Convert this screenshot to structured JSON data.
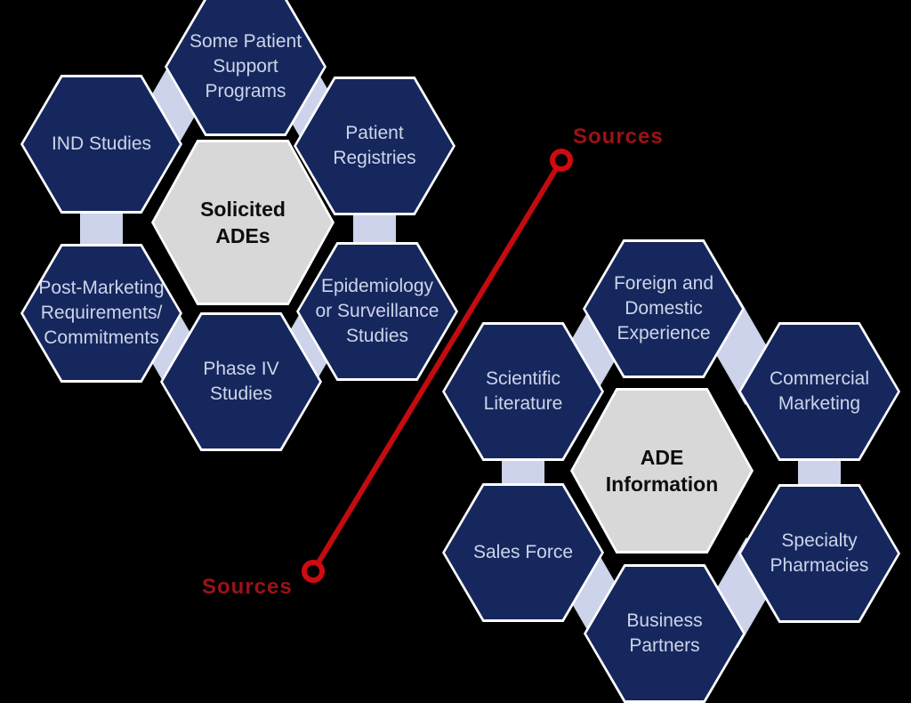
{
  "colors": {
    "background": "#000000",
    "hexagon_fill": "#16275e",
    "hexagon_border": "#ffffff",
    "hexagon_text": "#ccd5e8",
    "center_hexagon_fill": "#d8d8d8",
    "center_hexagon_text": "#0d0d0d",
    "connector_fill": "#ccd3eb",
    "red_line": "#c30b10",
    "sources_text": "#9c1215"
  },
  "clusters": [
    {
      "name": "solicited-ades-cluster",
      "center_label": "Solicited ADEs",
      "items": [
        {
          "label": "IND Studies"
        },
        {
          "label": "Some Patient Support Programs"
        },
        {
          "label": "Patient Registries"
        },
        {
          "label": "Post-Marketing Requirements/Commitments"
        },
        {
          "label": "Epidemiology or Surveillance Studies"
        },
        {
          "label": "Phase IV Studies"
        }
      ]
    },
    {
      "name": "ade-information-cluster",
      "center_label": "ADE Information",
      "items": [
        {
          "label": "Scientific Literature"
        },
        {
          "label": "Foreign and Domestic Experience"
        },
        {
          "label": "Commercial Marketing"
        },
        {
          "label": "Sales Force"
        },
        {
          "label": "Specialty Pharmacies"
        },
        {
          "label": "Business Partners"
        }
      ]
    }
  ],
  "annotations": {
    "source_label_top": "Sources",
    "source_label_bottom": "Sources"
  }
}
